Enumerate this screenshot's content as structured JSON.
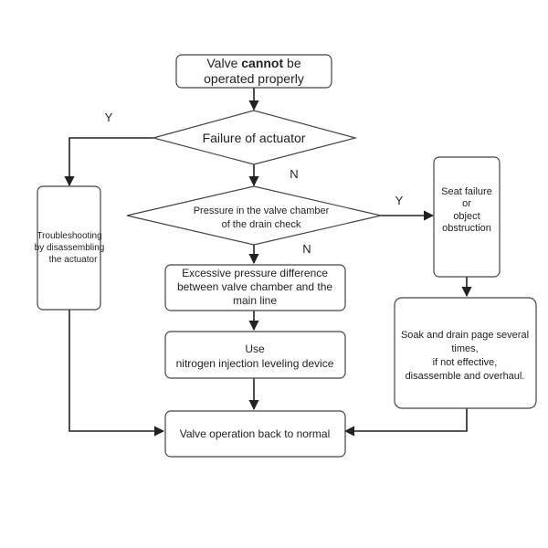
{
  "start": {
    "line1_pre": "Valve ",
    "line1_bold": "cannot",
    "line1_post": " be",
    "line2": "operated properly"
  },
  "decision_actuator": "Failure of actuator",
  "decision_pressure": {
    "line1": "Pressure in the valve chamber",
    "line2": "of the drain check"
  },
  "troubleshooting": {
    "line1": "Troubleshooting",
    "line2": "by disassembling",
    "line3": "the actuator"
  },
  "seat_failure": {
    "line1": "Seat failure",
    "line2": "or",
    "line3": "object",
    "line4": "obstruction"
  },
  "excessive": {
    "line1": "Excessive pressure difference",
    "line2": "between  valve chamber and the",
    "line3": "main line"
  },
  "nitrogen": {
    "line1": "Use",
    "line2": "nitrogen injection leveling device"
  },
  "soak": {
    "line1": "Soak and drain page several",
    "line2": "times,",
    "line3": "if not effective,",
    "line4": "disassemble and overhaul."
  },
  "end": "Valve operation back to normal",
  "labels": {
    "yes_actuator": "Y",
    "no_actuator": "N",
    "yes_pressure": "Y",
    "no_pressure": "N"
  }
}
